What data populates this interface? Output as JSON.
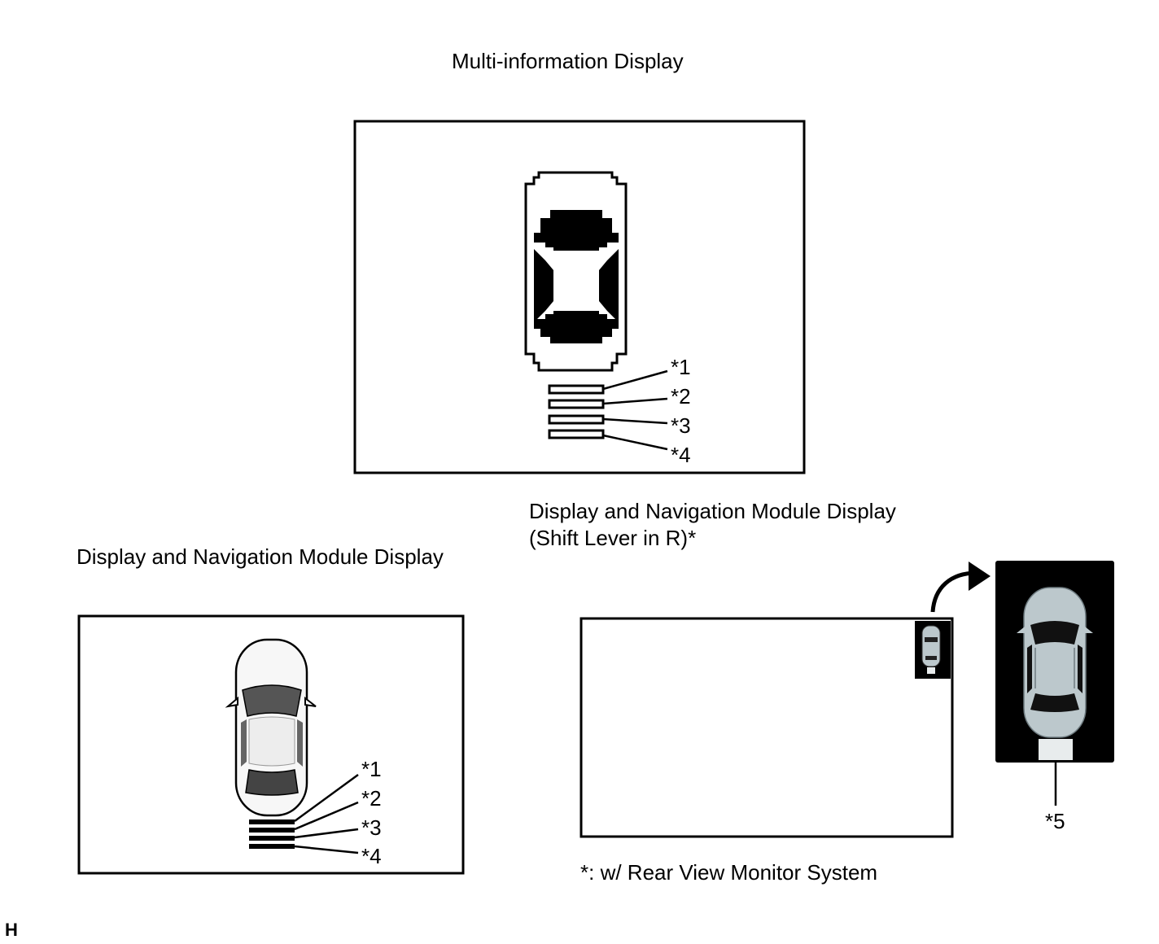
{
  "titles": {
    "mid": "Multi-information Display",
    "dnm": "Display and Navigation Module Display",
    "dnm_r_line1": "Display and Navigation Module Display",
    "dnm_r_line2": "(Shift Lever in R)*"
  },
  "callouts": {
    "mid": [
      "*1",
      "*2",
      "*3",
      "*4"
    ],
    "dnm": [
      "*1",
      "*2",
      "*3",
      "*4"
    ],
    "rear": "*5"
  },
  "footnote": "*: w/ Rear View Monitor System",
  "corner_mark": "H",
  "colors": {
    "line": "#000000",
    "car_light": "#bcc8cc",
    "panel_dark": "#000000",
    "sensor_light": "#e8eced"
  }
}
